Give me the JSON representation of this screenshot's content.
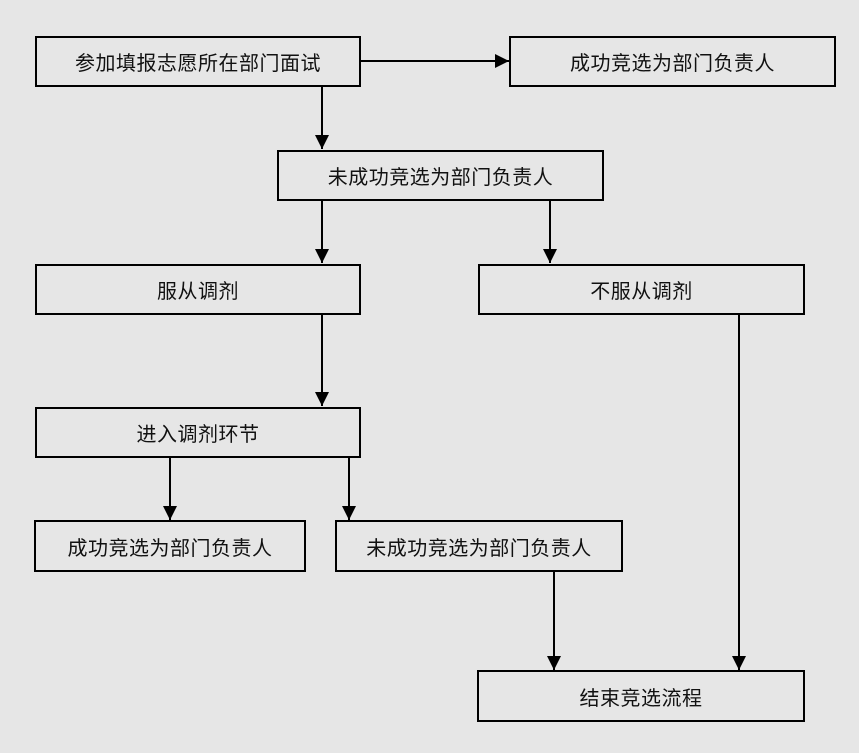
{
  "diagram": {
    "type": "flowchart",
    "background": "#e6e6e6",
    "line_color": "#000000",
    "nodes": [
      {
        "id": "apply",
        "label": "参加填报志愿所在部门面试"
      },
      {
        "id": "success_top",
        "label": "成功竞选为部门负责人"
      },
      {
        "id": "fail_first",
        "label": "未成功竞选为部门负责人"
      },
      {
        "id": "accept_adjust",
        "label": "服从调剂"
      },
      {
        "id": "reject_adjust",
        "label": "不服从调剂"
      },
      {
        "id": "enter_adjust",
        "label": "进入调剂环节"
      },
      {
        "id": "success_adjust",
        "label": "成功竞选为部门负责人"
      },
      {
        "id": "fail_adjust",
        "label": "未成功竞选为部门负责人"
      },
      {
        "id": "end",
        "label": "结束竞选流程"
      }
    ],
    "edges": [
      {
        "from": "apply",
        "to": "success_top"
      },
      {
        "from": "apply",
        "to": "fail_first"
      },
      {
        "from": "fail_first",
        "to": "accept_adjust"
      },
      {
        "from": "fail_first",
        "to": "reject_adjust"
      },
      {
        "from": "accept_adjust",
        "to": "enter_adjust"
      },
      {
        "from": "reject_adjust",
        "to": "end"
      },
      {
        "from": "enter_adjust",
        "to": "success_adjust"
      },
      {
        "from": "enter_adjust",
        "to": "fail_adjust"
      },
      {
        "from": "fail_adjust",
        "to": "end"
      }
    ]
  }
}
